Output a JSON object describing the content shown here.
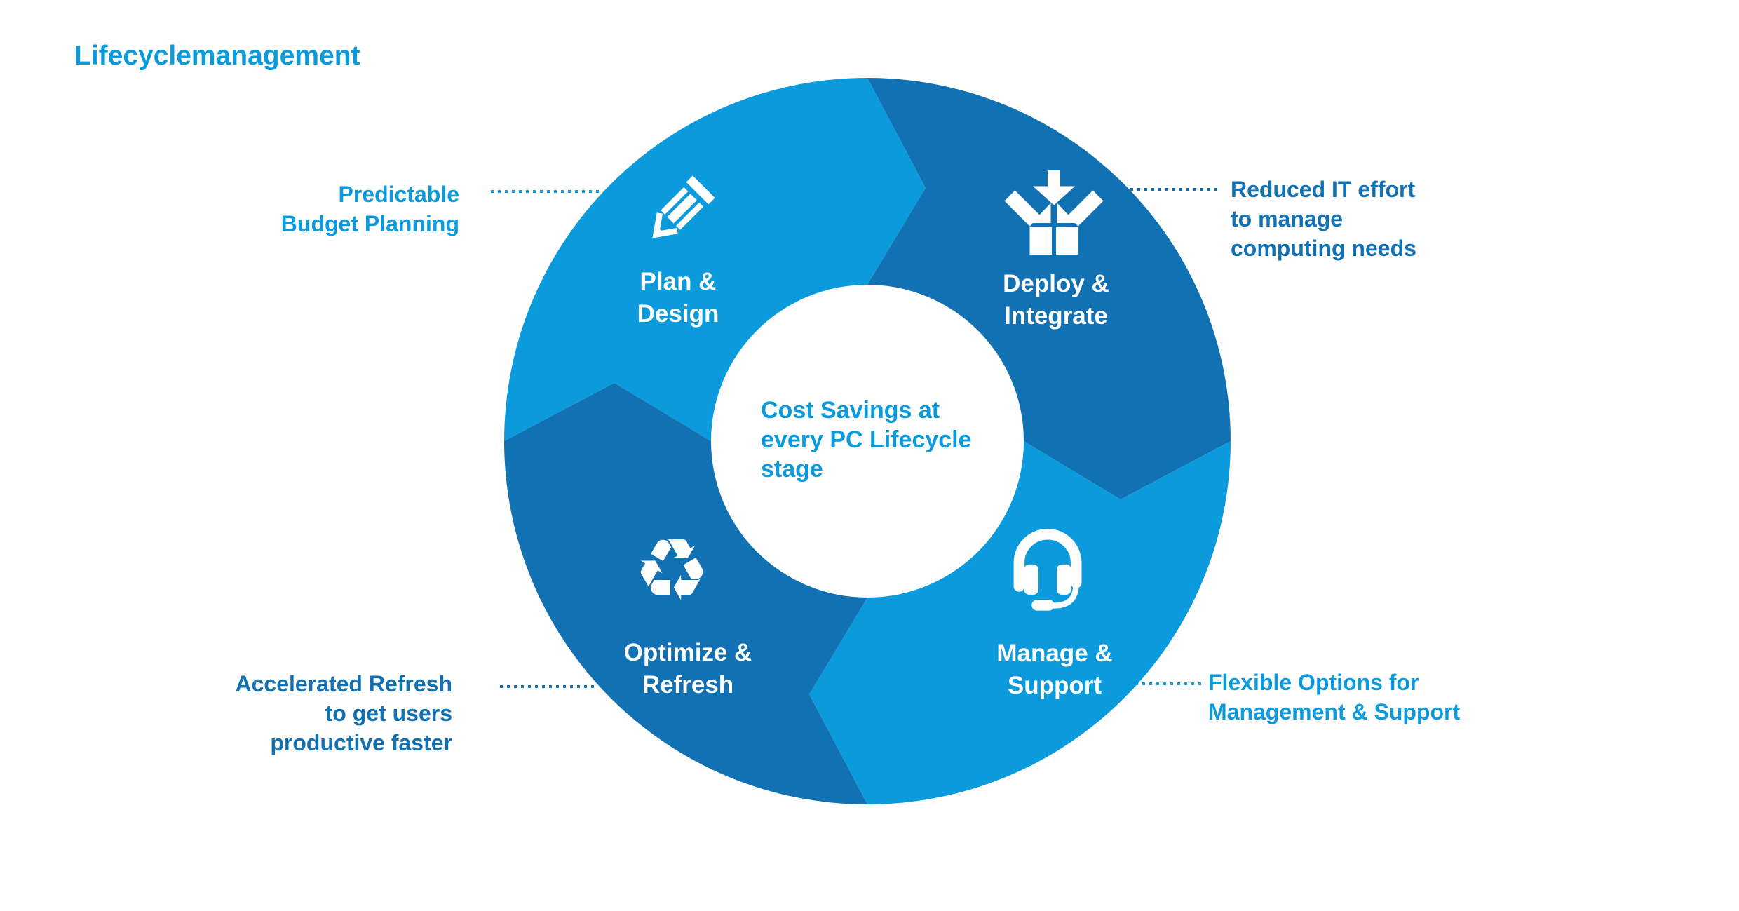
{
  "title": "Lifecyclemanagement",
  "colors": {
    "light": "#0b9bdc",
    "dark": "#1271b2",
    "background": "#ffffff",
    "label": "#ffffff"
  },
  "center": {
    "lines": [
      "Cost Savings at",
      "every PC Lifecycle",
      "stage"
    ]
  },
  "segments": {
    "plan": {
      "lines": [
        "Plan &",
        "Design"
      ],
      "icon": "pencil-icon"
    },
    "deploy": {
      "lines": [
        "Deploy &",
        "Integrate"
      ],
      "icon": "open-box-download-icon"
    },
    "manage": {
      "lines": [
        "Manage &",
        "Support"
      ],
      "icon": "headset-icon"
    },
    "optimize": {
      "lines": [
        "Optimize &",
        "Refresh"
      ],
      "icon": "recycle-icon",
      "icon_glyph": "♻︎"
    }
  },
  "callouts": {
    "top_left": {
      "lines": [
        "Predictable",
        "Budget Planning"
      ]
    },
    "top_right": {
      "lines": [
        "Reduced IT effort",
        "to manage",
        "computing needs"
      ]
    },
    "bottom_left": {
      "lines": [
        "Accelerated Refresh",
        "to get users",
        "productive faster"
      ]
    },
    "bottom_right": {
      "lines": [
        "Flexible Options for",
        "Management & Support"
      ]
    }
  }
}
